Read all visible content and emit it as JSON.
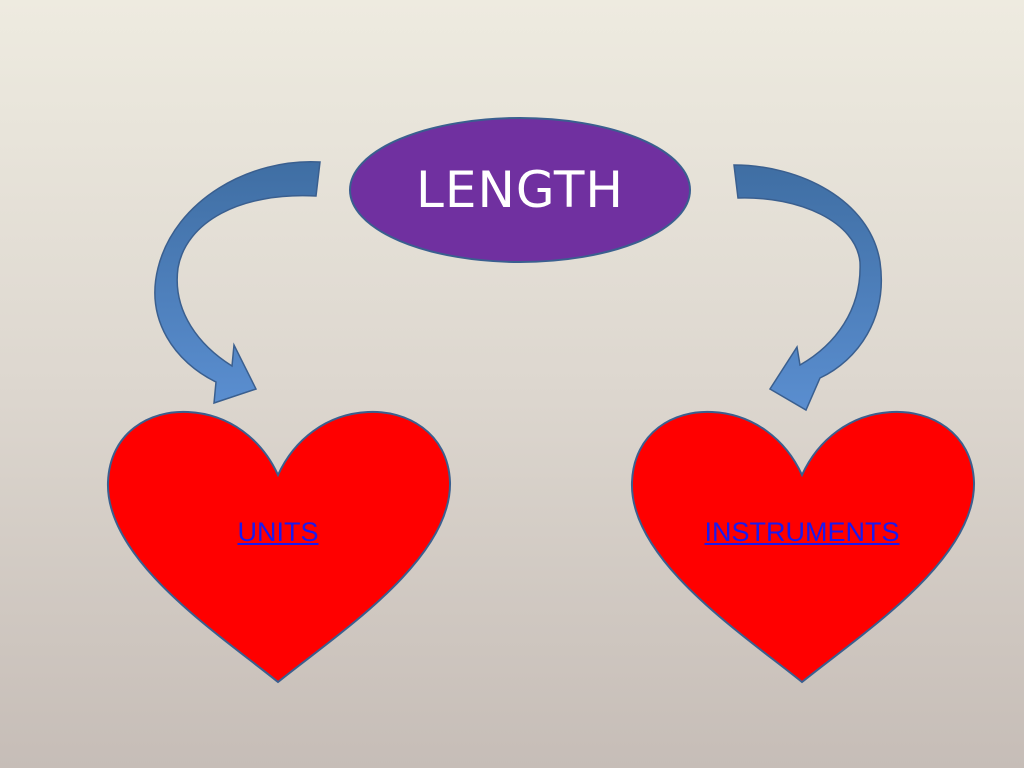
{
  "diagram": {
    "central_node": {
      "label": "LENGTH",
      "fill": "#7030a0",
      "text_color": "#ffffff"
    },
    "children": [
      {
        "label": "UNITS",
        "shape": "heart",
        "fill": "#ff0000",
        "link_color": "#1a1aee"
      },
      {
        "label": "INSTRUMENTS",
        "shape": "heart",
        "fill": "#ff0000",
        "link_color": "#1a1aee"
      }
    ],
    "arrow_color": "#4f81bd",
    "outline_color": "#3a5f8f"
  }
}
